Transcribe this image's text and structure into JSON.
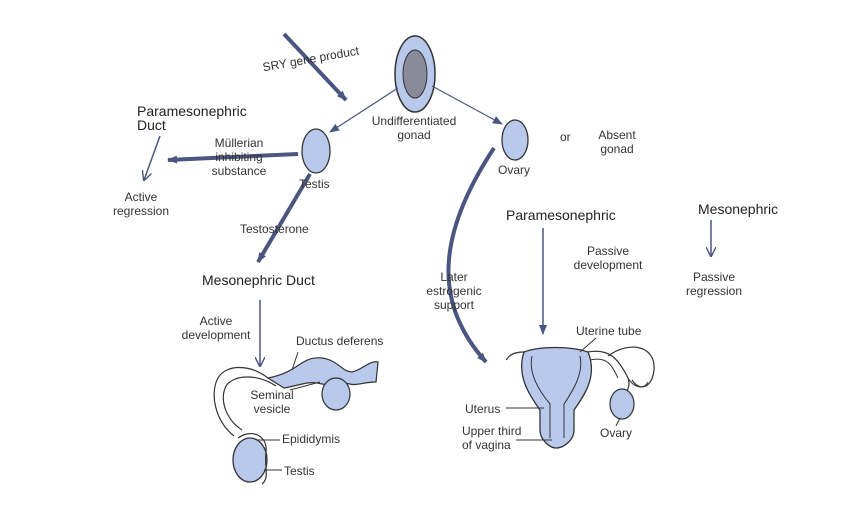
{
  "labels": {
    "sry": "SRY gene product",
    "undiff_1": "Undifferentiated",
    "undiff_2": "gonad",
    "paramesonephric_duct_1": "Paramesonephric",
    "paramesonephric_duct_2": "Duct",
    "mullerian_1": "Müllerian",
    "mullerian_2": "inhibiting",
    "mullerian_3": "substance",
    "testis_top": "Testis",
    "active_regression_1": "Active",
    "active_regression_2": "regression",
    "testosterone": "Testosterone",
    "mesonephric_duct": "Mesonephric Duct",
    "active_development_1": "Active",
    "active_development_2": "development",
    "ductus_deferens": "Ductus deferens",
    "seminal_vesicle_1": "Seminal",
    "seminal_vesicle_2": "vesicle",
    "epididymis": "Epididymis",
    "testis_bottom": "Testis",
    "ovary_top": "Ovary",
    "or": "or",
    "absent_gonad_1": "Absent",
    "absent_gonad_2": "gonad",
    "paramesonephric_right": "Paramesonephric",
    "mesonephric_right": "Mesonephric",
    "passive_development_1": "Passive",
    "passive_development_2": "development",
    "passive_regression_1": "Passive",
    "passive_regression_2": "regression",
    "later_1": "Later",
    "later_2": "estrogenic",
    "later_3": "support",
    "uterine_tube": "Uterine tube",
    "uterus": "Uterus",
    "upper_third_1": "Upper third",
    "upper_third_2": "of vagina",
    "ovary_bottom": "Ovary"
  },
  "colors": {
    "organ_fill": "#b9c9ec",
    "organ_stroke": "#333333",
    "arrow": "#4a5680",
    "text": "#333333"
  }
}
